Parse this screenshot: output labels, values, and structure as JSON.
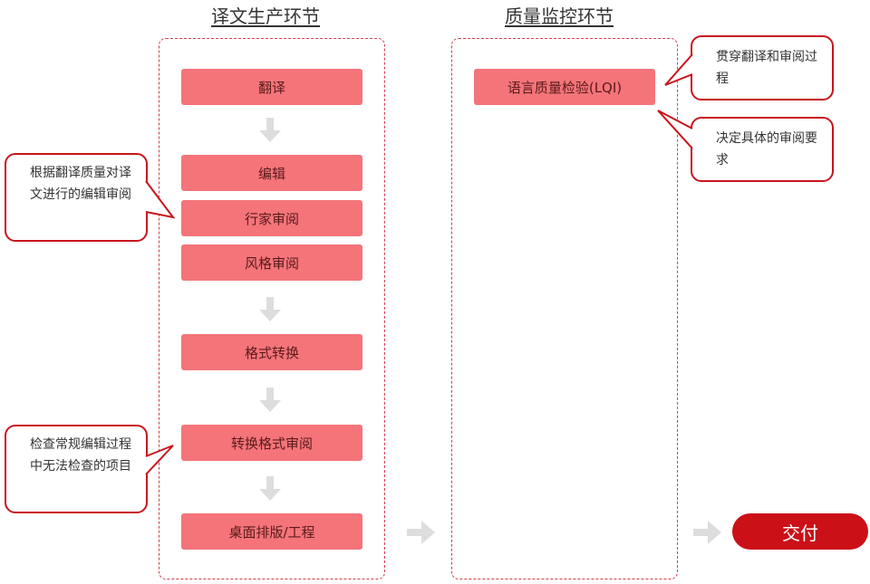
{
  "headers": {
    "translation": "译文生产环节",
    "quality": "质量监控环节"
  },
  "production_steps": [
    "翻译",
    "编辑",
    "行家审阅",
    "风格审阅",
    "格式转换",
    "转换格式审阅",
    "桌面排版/工程"
  ],
  "quality_steps": [
    "语言质量检验(LQI)"
  ],
  "notes": {
    "edit_review": "根据翻译质量对译文进行的编辑审阅",
    "format_check": "检查常规编辑过程中无法检查的项目",
    "lqi_scope": "贯穿翻译和审阅过程",
    "lqi_requirements": "决定具体的审阅要求"
  },
  "deliver_label": "交付",
  "colors": {
    "step_fill": "#f4747a",
    "border_red": "#c8151d",
    "deliver_fill": "#cc1018",
    "arrow_gray": "#dddddd"
  }
}
